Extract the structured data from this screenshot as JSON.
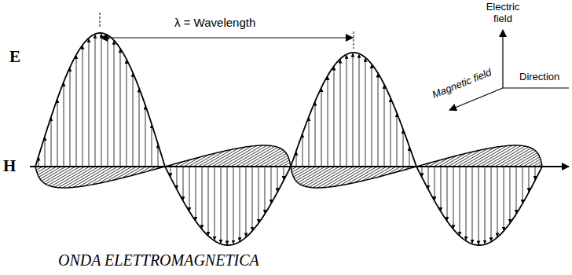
{
  "diagram": {
    "caption": "ONDA ELETTROMAGNETICA",
    "labels": [
      "λ = Wavelength",
      "Electric field",
      "Magnetic field",
      "Direction",
      "E",
      "H"
    ]
  }
}
